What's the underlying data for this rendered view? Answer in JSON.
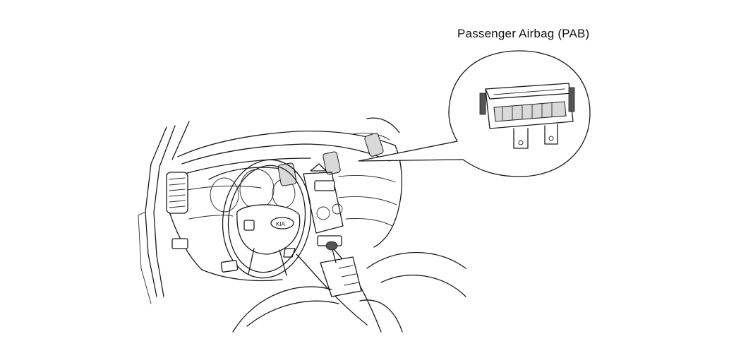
{
  "diagram": {
    "callout_label": "Passenger Airbag (PAB)",
    "colors": {
      "line": "#1a1a1a",
      "background": "#ffffff",
      "shade": "#d9d9d9"
    },
    "components": [
      "dashboard",
      "steering-wheel",
      "instrument-cluster",
      "center-console",
      "gear-shifter",
      "air-vents",
      "windshield-pillar",
      "pedal",
      "passenger-airbag-module"
    ]
  }
}
